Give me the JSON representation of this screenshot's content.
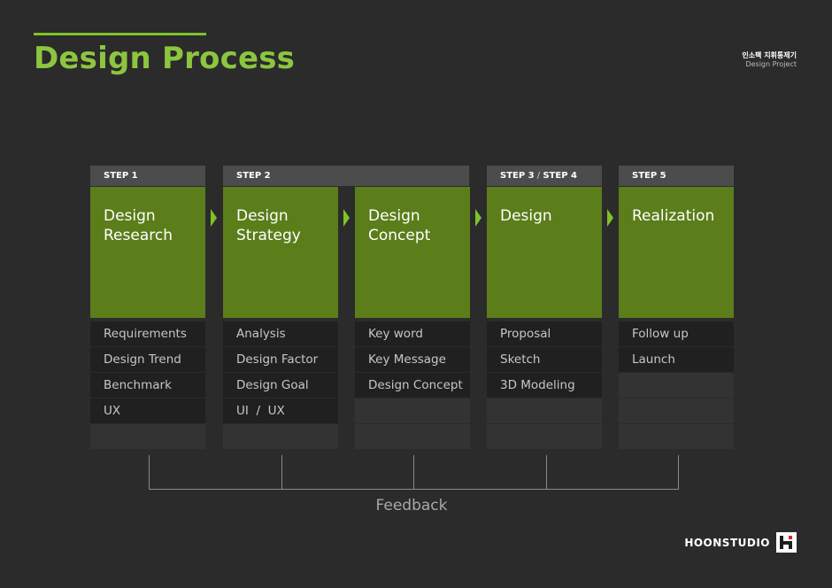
{
  "header": {
    "title": "Design Process",
    "project_korean": "인소팩 지휘통제기",
    "project_english": "Design Project"
  },
  "step_headers": [
    {
      "label": "STEP 1"
    },
    {
      "label": "STEP 2"
    },
    {
      "label_a": "STEP 3",
      "sep": " / ",
      "label_b": "STEP 4"
    },
    {
      "label": "STEP 5"
    }
  ],
  "columns": [
    {
      "title": [
        "Design",
        "Research"
      ],
      "items": [
        "Requirements",
        "Design Trend",
        "Benchmark",
        "UX"
      ]
    },
    {
      "title": [
        "Design",
        "Strategy"
      ],
      "items": [
        "Analysis",
        "Design Factor",
        "Design Goal",
        "UI  /  UX"
      ]
    },
    {
      "title": [
        "Design",
        "Concept"
      ],
      "items": [
        "Key word",
        "Key Message",
        "Design Concept"
      ]
    },
    {
      "title": [
        "Design"
      ],
      "items": [
        "Proposal",
        "Sketch",
        "3D Modeling"
      ]
    },
    {
      "title": [
        "Realization"
      ],
      "items": [
        "Follow up",
        "Launch"
      ]
    }
  ],
  "feedback": {
    "label": "Feedback"
  },
  "brand": {
    "name": "HOONSTUDIO"
  },
  "colors": {
    "accent": "#7ec22a",
    "title": "#8cc63f",
    "column": "#5b7d1a",
    "background": "#2b2b2b"
  }
}
